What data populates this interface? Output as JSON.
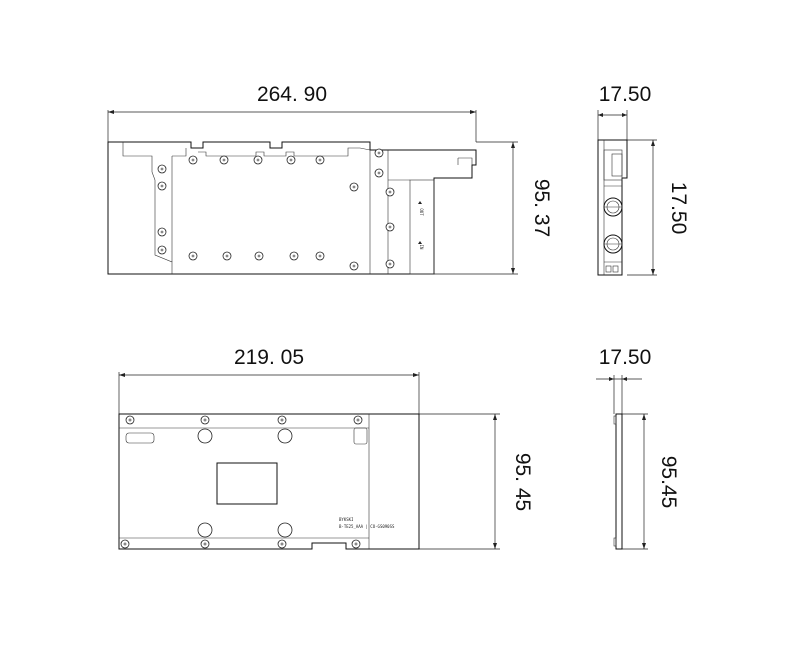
{
  "dimensions": {
    "front_width": "264. 90",
    "front_height": "95. 37",
    "side_top_depth": "17.50",
    "side_top_height": "17.50",
    "back_width": "219. 05",
    "back_height": "95. 45",
    "side_bottom_depth": "17.50",
    "side_bottom_height": "95.45"
  },
  "port_labels": {
    "outlet": "OUT",
    "inlet": "IN"
  },
  "backplate_marking": {
    "line1": "BYKSKI",
    "line2": "B-TE25_AAA | CO-GS090SS"
  },
  "colors": {
    "line": "#111111",
    "background": "#ffffff"
  }
}
